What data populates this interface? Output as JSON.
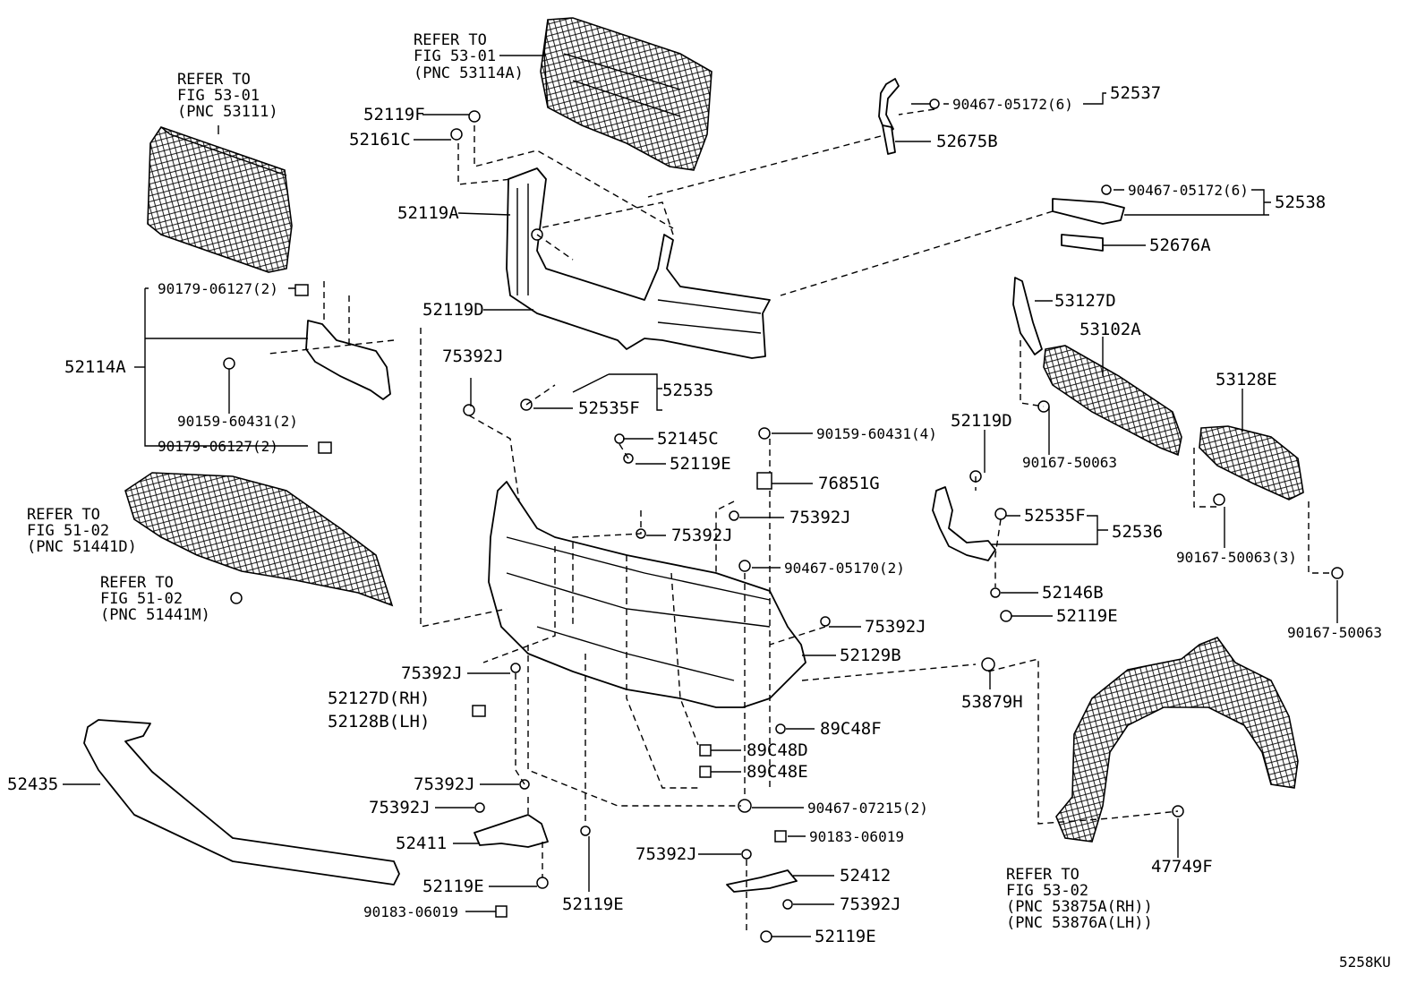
{
  "diagram_id": "5258KU",
  "refer_notes": {
    "grille_upper": [
      "REFER TO",
      "FIG 53-01",
      "(PNC 53114A)"
    ],
    "grille_radiator": [
      "REFER TO",
      "FIG 53-01",
      "(PNC 53111)"
    ],
    "cover_engine_under": [
      "REFER TO",
      "FIG 51-02",
      "(PNC 51441D)"
    ],
    "cover_clip": [
      "REFER TO",
      "FIG 51-02",
      "(PNC 51441M)"
    ],
    "liner": [
      "REFER TO",
      "FIG 53-02",
      "(PNC 53875A(RH))",
      "(PNC 53876A(LH))"
    ]
  },
  "labels": {
    "p52119F": "52119F",
    "p52161C": "52161C",
    "p52119A": "52119A",
    "p52537": "52537",
    "p90467_05172_a": "90467-05172(6)",
    "p52675B": "52675B",
    "p90467_05172_b": "90467-05172(6)",
    "p52538": "52538",
    "p52676A": "52676A",
    "p90179_06127_a": "90179-06127(2)",
    "p52114A": "52114A",
    "p90159_60431_2": "90159-60431(2)",
    "p90179_06127_b": "90179-06127(2)",
    "p52119D_a": "52119D",
    "p75392J_a": "75392J",
    "p52535": "52535",
    "p52535F_a": "52535F",
    "p52145C": "52145C",
    "p52119E_a": "52119E",
    "p90159_60431_4": "90159-60431(4)",
    "p76851G": "76851G",
    "p75392J_b": "75392J",
    "p75392J_c": "75392J",
    "p90467_05170": "90467-05170(2)",
    "p75392J_d": "75392J",
    "p52129B": "52129B",
    "p75392J_e": "75392J",
    "p52127D": "52127D(RH)",
    "p52128B": "52128B(LH)",
    "p89C48F": "89C48F",
    "p89C48D": "89C48D",
    "p89C48E": "89C48E",
    "p52435": "52435",
    "p75392J_f": "75392J",
    "p75392J_g": "75392J",
    "p52411": "52411",
    "p52119E_b": "52119E",
    "p90183_06019_a": "90183-06019",
    "p52119E_c": "52119E",
    "p90467_07215": "90467-07215(2)",
    "p90183_06019_b": "90183-06019",
    "p75392J_h": "75392J",
    "p52412": "52412",
    "p75392J_i": "75392J",
    "p52119E_d": "52119E",
    "p53127D": "53127D",
    "p53102A": "53102A",
    "p53128E": "53128E",
    "p52119D_b": "52119D",
    "p90167_50063_a": "90167-50063",
    "p52535F_b": "52535F",
    "p52536": "52536",
    "p90167_50063_3": "90167-50063(3)",
    "p52146B": "52146B",
    "p52119E_e": "52119E",
    "p90167_50063_b": "90167-50063",
    "p53879H": "53879H",
    "p47749F": "47749F"
  }
}
